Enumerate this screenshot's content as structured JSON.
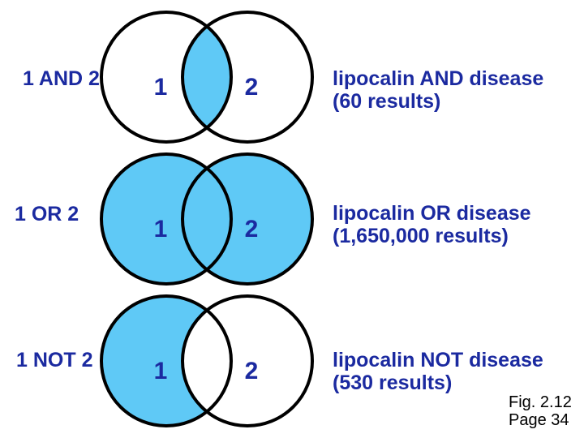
{
  "colors": {
    "text_navy": "#1b2aa0",
    "venn_fill": "#5fc9f6",
    "circle_stroke": "#000000",
    "caption_black": "#000000",
    "background": "#ffffff"
  },
  "rows": [
    {
      "operator_label": "1 AND 2",
      "circle1_label": "1",
      "circle2_label": "2",
      "shaded_region": "intersection",
      "result_line1": "lipocalin AND disease",
      "result_line2": "(60 results)"
    },
    {
      "operator_label": "1 OR 2",
      "circle1_label": "1",
      "circle2_label": "2",
      "shaded_region": "union",
      "result_line1": "lipocalin OR disease",
      "result_line2": "(1,650,000 results)"
    },
    {
      "operator_label": "1 NOT 2",
      "circle1_label": "1",
      "circle2_label": "2",
      "shaded_region": "left-minus-right",
      "result_line1": "lipocalin NOT disease",
      "result_line2": "(530 results)"
    }
  ],
  "caption": {
    "line1": "Fig. 2.12",
    "line2": "Page 34"
  }
}
